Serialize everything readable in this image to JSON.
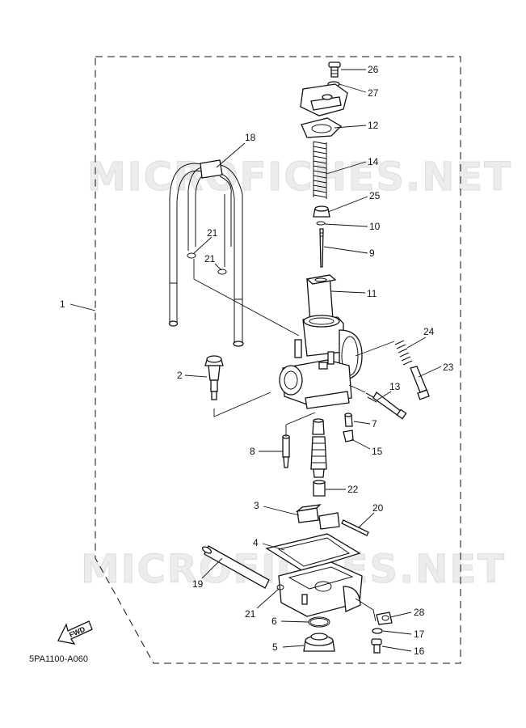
{
  "watermark": "MICROFICHES.NET",
  "diagram_code": "5PA1100-A060",
  "fwd_label": "FWD",
  "callouts": [
    {
      "id": "c26",
      "label": "26"
    },
    {
      "id": "c27",
      "label": "27"
    },
    {
      "id": "c12",
      "label": "12"
    },
    {
      "id": "c18",
      "label": "18"
    },
    {
      "id": "c14",
      "label": "14"
    },
    {
      "id": "c25",
      "label": "25"
    },
    {
      "id": "c10",
      "label": "10"
    },
    {
      "id": "c21a",
      "label": "21"
    },
    {
      "id": "c21b",
      "label": "21"
    },
    {
      "id": "c9",
      "label": "9"
    },
    {
      "id": "c11",
      "label": "11"
    },
    {
      "id": "c1",
      "label": "1"
    },
    {
      "id": "c24",
      "label": "24"
    },
    {
      "id": "c23",
      "label": "23"
    },
    {
      "id": "c2",
      "label": "2"
    },
    {
      "id": "c13",
      "label": "13"
    },
    {
      "id": "c7",
      "label": "7"
    },
    {
      "id": "c15",
      "label": "15"
    },
    {
      "id": "c8",
      "label": "8"
    },
    {
      "id": "c22",
      "label": "22"
    },
    {
      "id": "c3",
      "label": "3"
    },
    {
      "id": "c20",
      "label": "20"
    },
    {
      "id": "c4",
      "label": "4"
    },
    {
      "id": "c19",
      "label": "19"
    },
    {
      "id": "c21c",
      "label": "21"
    },
    {
      "id": "c28",
      "label": "28"
    },
    {
      "id": "c6",
      "label": "6"
    },
    {
      "id": "c17",
      "label": "17"
    },
    {
      "id": "c5",
      "label": "5"
    },
    {
      "id": "c16",
      "label": "16"
    }
  ]
}
